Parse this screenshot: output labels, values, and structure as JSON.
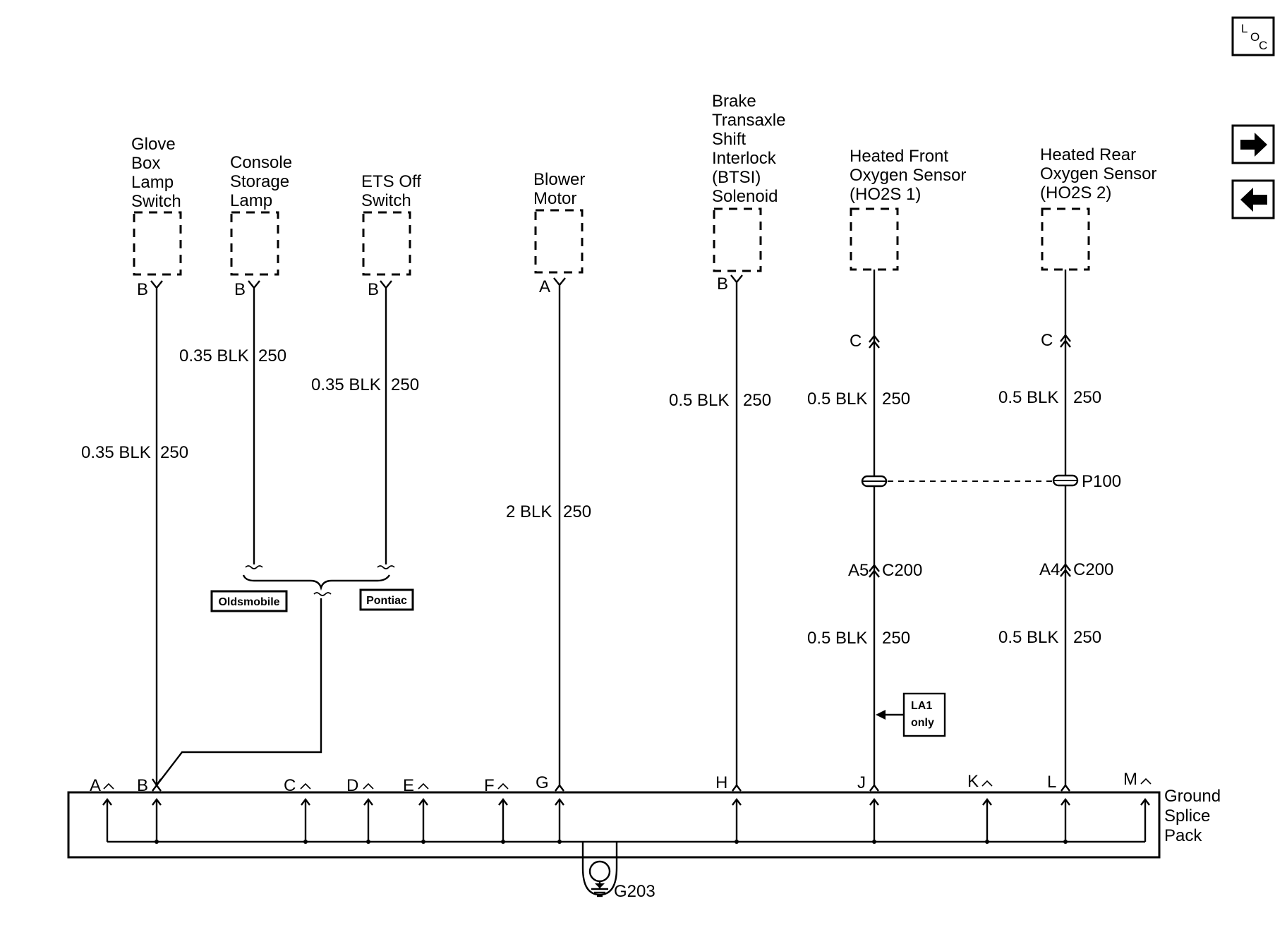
{
  "nav": {
    "loc_top": "L",
    "loc_mid": "O",
    "loc_bot": "C",
    "next_icon": "right-arrow-icon",
    "prev_icon": "left-arrow-icon"
  },
  "components": [
    {
      "name_lines": [
        "Glove",
        "Box",
        "Lamp",
        "Switch"
      ],
      "pin": "B",
      "wire_gauge": "0.35 BLK",
      "circuit": "250"
    },
    {
      "name_lines": [
        "Console",
        "Storage",
        "Lamp"
      ],
      "pin": "B",
      "wire_gauge": "0.35 BLK",
      "circuit": "250"
    },
    {
      "name_lines": [
        "ETS Off",
        "Switch"
      ],
      "pin": "B",
      "wire_gauge": "0.35 BLK",
      "circuit": "250"
    },
    {
      "name_lines": [
        "Blower",
        "Motor"
      ],
      "pin": "A",
      "wire_gauge": "2 BLK",
      "circuit": "250"
    },
    {
      "name_lines": [
        "Brake",
        "Transaxle",
        "Shift",
        "Interlock",
        "(BTSI)",
        "Solenoid"
      ],
      "pin": "B",
      "wire_gauge": "0.5 BLK",
      "circuit": "250"
    },
    {
      "name_lines": [
        "Heated Front",
        "Oxygen Sensor",
        "(HO2S 1)"
      ],
      "pin": "C",
      "wire_gauge": "0.5 BLK",
      "circuit": "250",
      "wire_gauge_lower": "0.5 BLK",
      "circuit_lower": "250",
      "inline_pin": "A5",
      "inline_connector": "C200"
    },
    {
      "name_lines": [
        "Heated Rear",
        "Oxygen Sensor",
        "(HO2S 2)"
      ],
      "pin": "C",
      "wire_gauge": "0.5 BLK",
      "circuit": "250",
      "wire_gauge_lower": "0.5 BLK",
      "circuit_lower": "250",
      "inline_pin": "A4",
      "inline_connector": "C200"
    }
  ],
  "option_labels": {
    "left": "Oldsmobile",
    "right": "Pontiac"
  },
  "pass_through": "P100",
  "note": {
    "line1": "LA1",
    "line2": "only"
  },
  "splice_pack": {
    "name_lines": [
      "Ground",
      "Splice",
      "Pack"
    ],
    "pins": [
      "A",
      "B",
      "C",
      "D",
      "E",
      "F",
      "G",
      "H",
      "J",
      "K",
      "L",
      "M"
    ]
  },
  "ground": "G203"
}
